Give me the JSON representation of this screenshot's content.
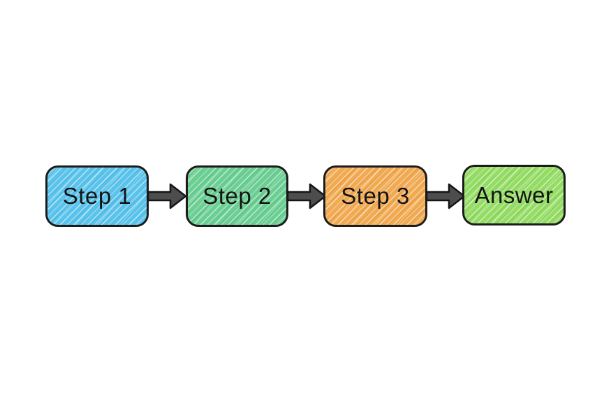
{
  "diagram": {
    "type": "flowchart",
    "direction": "left-to-right",
    "nodes": [
      {
        "id": "step-1",
        "label": "Step 1",
        "color": "#58c3ec"
      },
      {
        "id": "step-2",
        "label": "Step 2",
        "color": "#69cf92"
      },
      {
        "id": "step-3",
        "label": "Step 3",
        "color": "#f2a94f"
      },
      {
        "id": "answer",
        "label": "Answer",
        "color": "#93dd62"
      }
    ],
    "edges": [
      {
        "from": "step-1",
        "to": "step-2"
      },
      {
        "from": "step-2",
        "to": "step-3"
      },
      {
        "from": "step-3",
        "to": "answer"
      }
    ],
    "arrow_color": "#4d4d4d",
    "arrow_outline_color": "#161616",
    "node_border_color": "#1c1c1c",
    "text_color": "#141414",
    "background_color": "#ffffff"
  }
}
